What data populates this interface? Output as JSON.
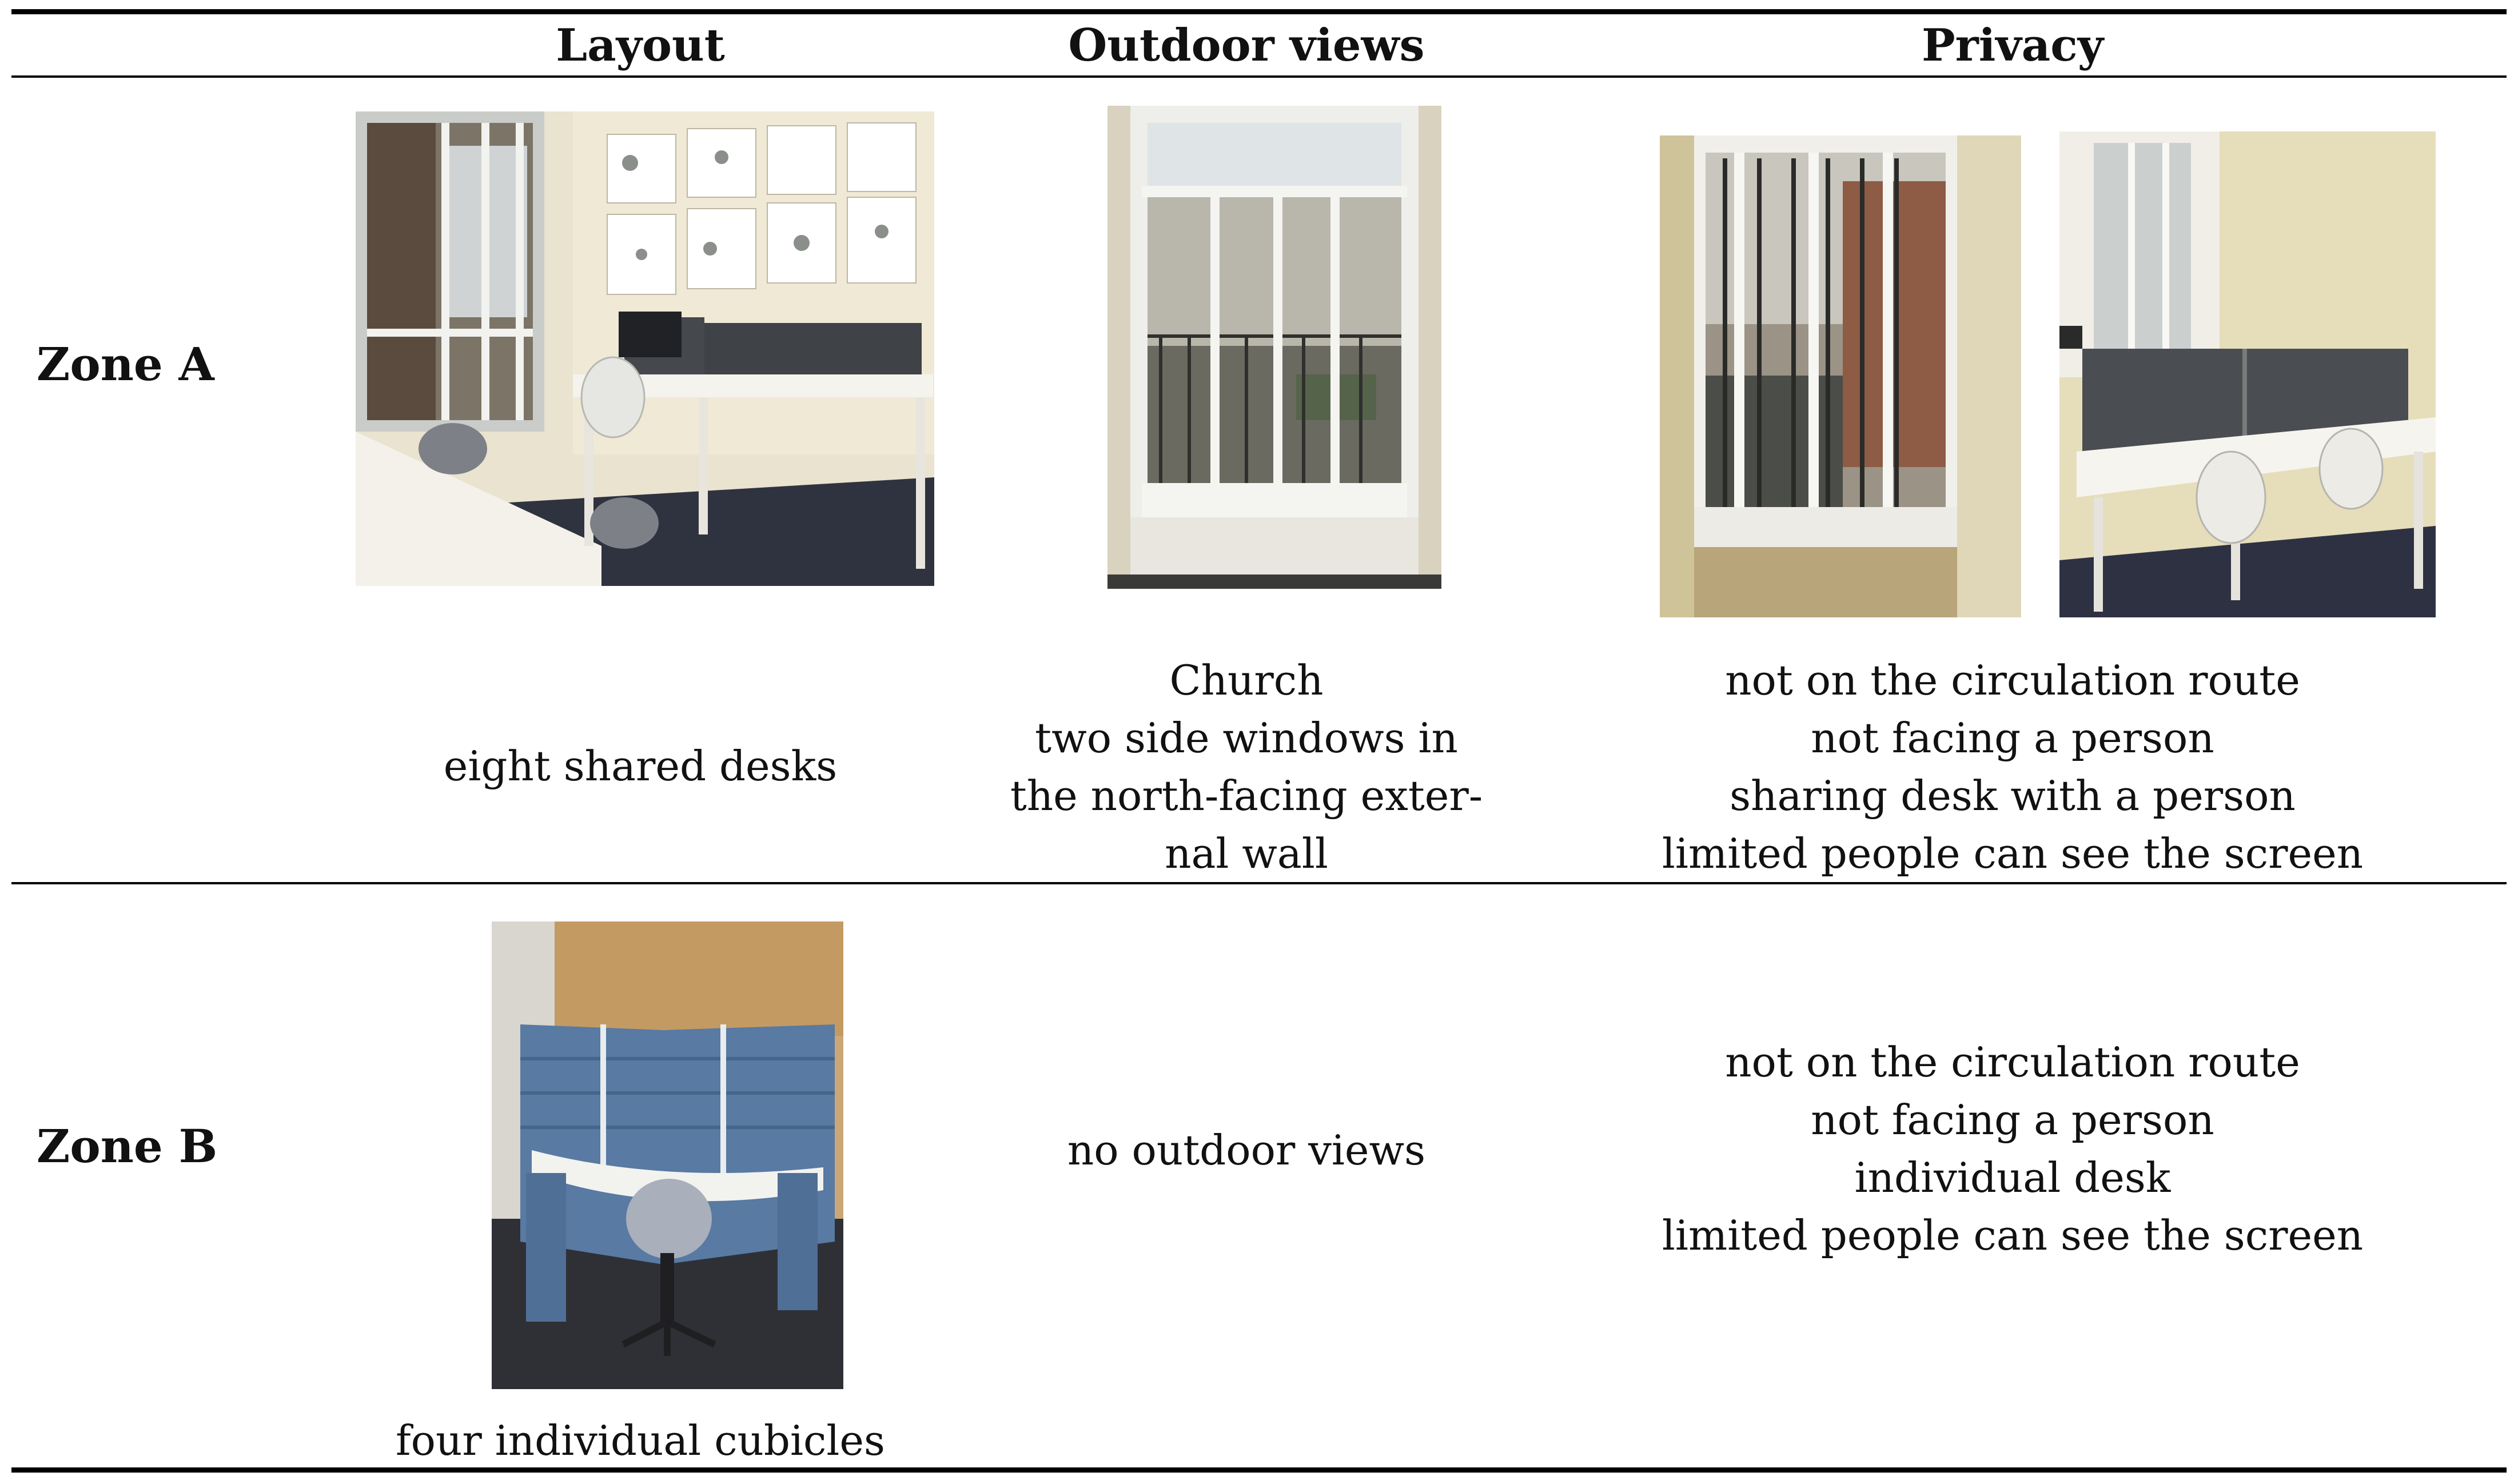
{
  "headers": {
    "layout": "Layout",
    "outdoor_views": "Outdoor views",
    "privacy": "Privacy"
  },
  "zone_a": {
    "label": "Zone A",
    "layout": "eight shared desks",
    "outdoor_views": [
      "Church",
      "two side windows in",
      "the north-facing exter-",
      "nal wall"
    ],
    "privacy": [
      "not on the circulation route",
      "not facing a person",
      "sharing desk with a person",
      "limited people can see the screen"
    ]
  },
  "zone_b": {
    "label": "Zone B",
    "layout": "four individual cubicles",
    "outdoor_views": "no outdoor views",
    "privacy": [
      "not on the circulation route",
      "not facing a person",
      "individual desk",
      "limited people can see the screen"
    ]
  }
}
